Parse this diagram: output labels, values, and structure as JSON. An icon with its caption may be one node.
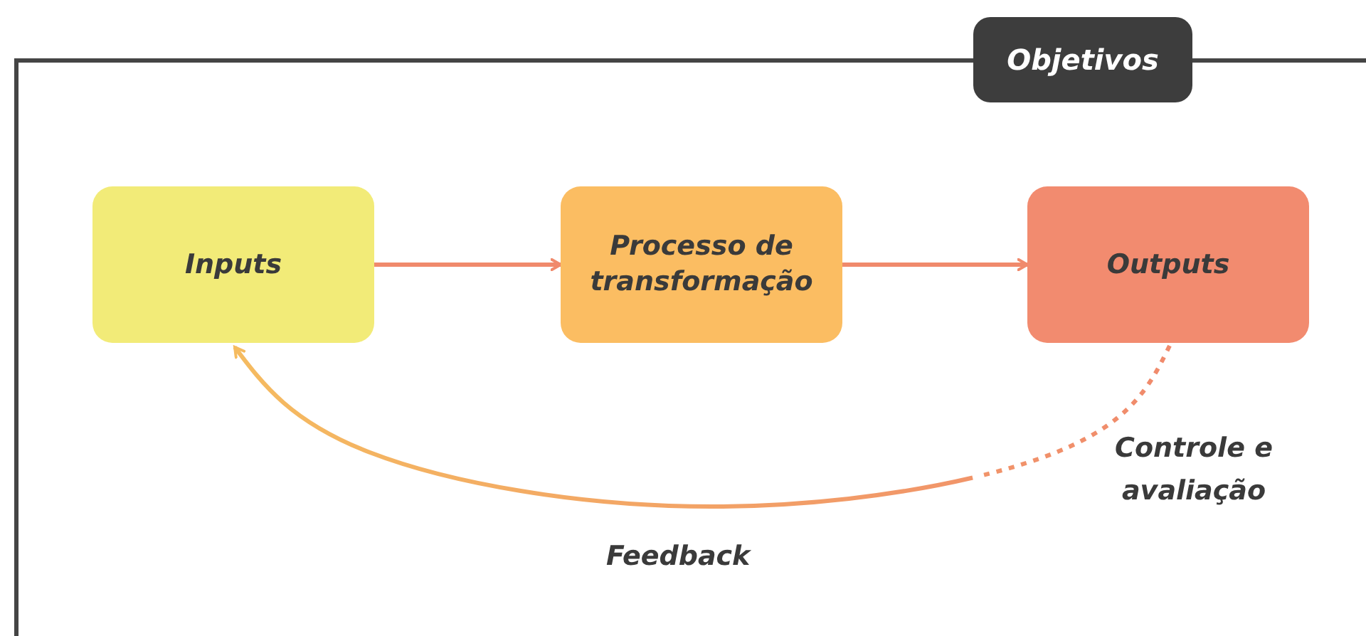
{
  "diagram": {
    "nodes": [
      {
        "text": [
          "Objetivos"
        ]
      },
      {
        "text": [
          "Inputs"
        ],
        "in": 0
      },
      {
        "text": [
          "Processo de transformação"
        ],
        "in": 0
      },
      {
        "text": [
          "Outputs"
        ],
        "in": 0
      }
    ],
    "edges": [
      {
        "from": 1,
        "to": 2,
        "arrow": "to"
      },
      {
        "from": 2,
        "to": 3,
        "arrow": "to"
      },
      {
        "from": 3,
        "to": 1,
        "arrow": "to",
        "label": "Feedback"
      }
    ],
    "labels": [
      "Controle e avaliação"
    ]
  }
}
